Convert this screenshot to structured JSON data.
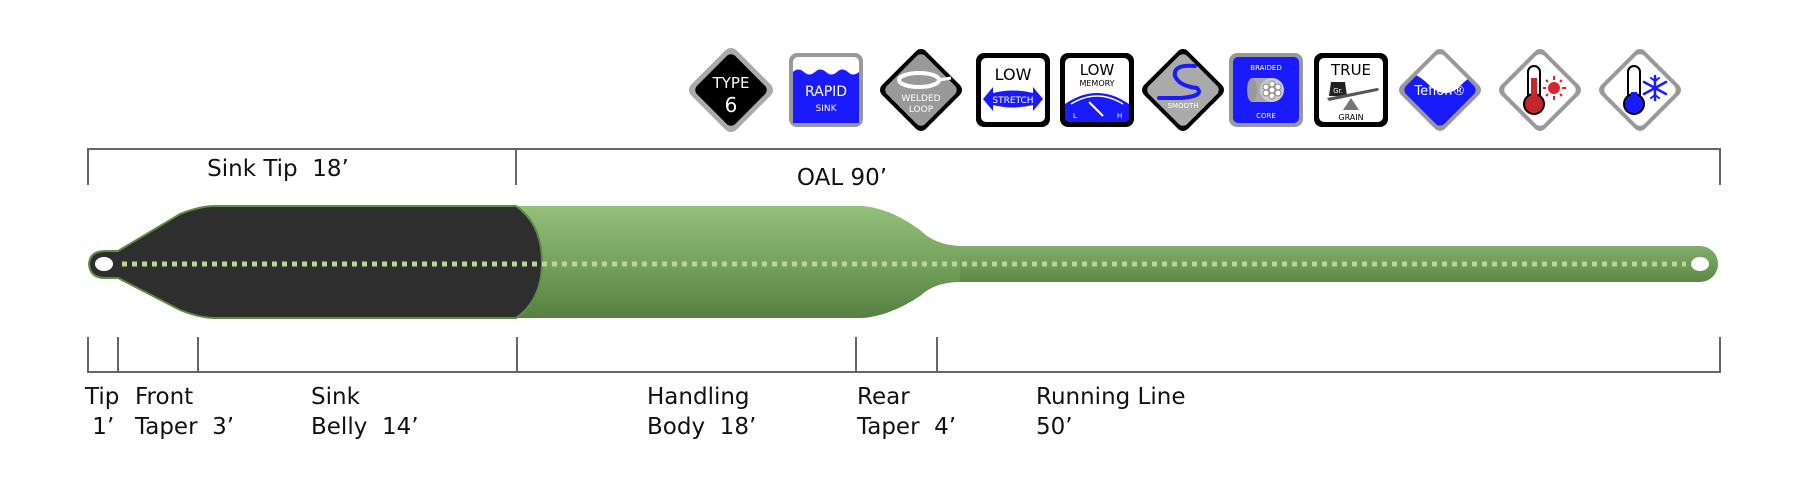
{
  "top_dimensions": [
    {
      "label": "Sink Tip  18’"
    },
    {
      "label": "OAL 90’"
    }
  ],
  "sections": [
    {
      "line1": "Tip",
      "line2": " 1’",
      "length_ft": 1
    },
    {
      "line1": "Front",
      "line2": "Taper  3’",
      "length_ft": 3
    },
    {
      "line1": "Sink",
      "line2": "Belly  14’",
      "length_ft": 14
    },
    {
      "line1": "Handling",
      "line2": "Body  18’",
      "length_ft": 18
    },
    {
      "line1": "Rear",
      "line2": "Taper  4’",
      "length_ft": 4
    },
    {
      "line1": "Running Line",
      "line2": "50’",
      "length_ft": 50
    }
  ],
  "icons": [
    {
      "name": "type-6-icon",
      "lines": [
        "TYPE",
        "6"
      ]
    },
    {
      "name": "rapid-sink-icon",
      "lines": [
        "RAPID",
        "SINK"
      ]
    },
    {
      "name": "welded-loop-icon",
      "lines": [
        "WELDED",
        "LOOP"
      ]
    },
    {
      "name": "low-stretch-icon",
      "lines": [
        "LOW",
        "STRETCH"
      ]
    },
    {
      "name": "low-memory-icon",
      "lines": [
        "LOW",
        "MEMORY",
        "L",
        "H"
      ]
    },
    {
      "name": "smooth-icon",
      "lines": [
        "SMOOTH"
      ]
    },
    {
      "name": "braided-core-icon",
      "lines": [
        "BRAIDED",
        "CORE"
      ]
    },
    {
      "name": "true-grain-icon",
      "lines": [
        "TRUE",
        "Gr.",
        "GRAIN"
      ]
    },
    {
      "name": "teflon-icon",
      "lines": [
        "Teflon®"
      ]
    },
    {
      "name": "warm-water-icon",
      "lines": []
    },
    {
      "name": "cold-water-icon",
      "lines": []
    }
  ],
  "colors": {
    "sink_tip": "#2e2e2e",
    "line_green": "#6e9a57",
    "line_green_light": "#8fb97a",
    "dots": "#b8d59a",
    "accent_blue": "#1a1aff",
    "thermo_red": "#c4262e",
    "bracket": "#666666"
  }
}
